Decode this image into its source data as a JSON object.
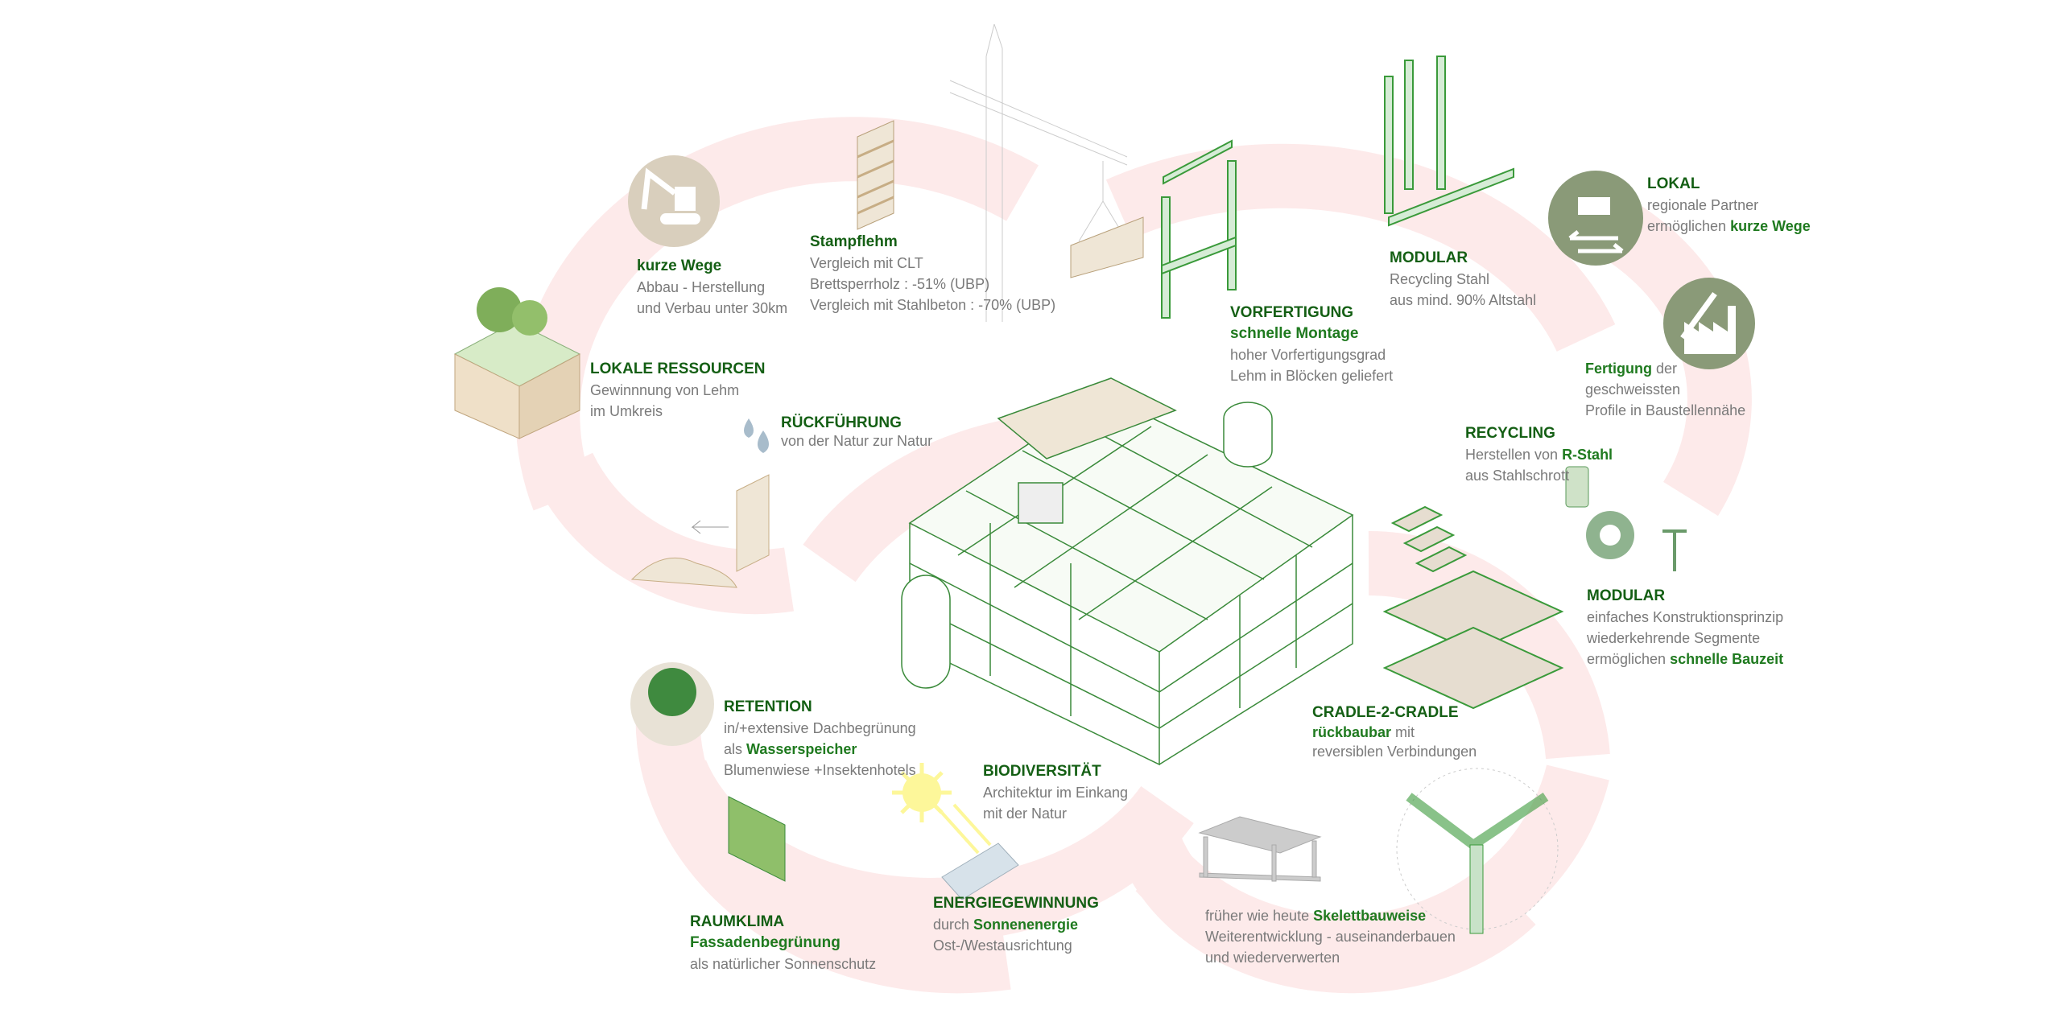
{
  "colors": {
    "title": "#145f14",
    "highlight": "#1f7a1f",
    "text": "#7a7a7a",
    "arc": "#fdeaea",
    "icon_beige": "#d9cfbd",
    "icon_green": "#8a9a78"
  },
  "icons": [
    "excavator-icon",
    "truck-transport-icon",
    "factory-wrench-icon",
    "water-drops-icon",
    "gear-icon",
    "screw-icon",
    "steel-can-icon",
    "sun-icon"
  ],
  "blocks": [
    {
      "id": "b-kurze",
      "name": "kurze-wege",
      "title": "kurze Wege",
      "lines": [
        [
          {
            "t": "Abbau - Herstellung"
          }
        ],
        [
          {
            "t": "und Verbau unter 30km"
          }
        ]
      ]
    },
    {
      "id": "b-stampf",
      "name": "stampflehm",
      "title": "Stampflehm",
      "lines": [
        [
          {
            "t": "Vergleich mit CLT"
          }
        ],
        [
          {
            "t": "Brettsperrholz : -51% (UBP)"
          }
        ],
        [
          {
            "t": "Vergleich mit Stahlbeton : -70% (UBP)"
          }
        ]
      ]
    },
    {
      "id": "b-lokres",
      "name": "lokale-ressourcen",
      "title": "LOKALE RESSOURCEN",
      "lines": [
        [
          {
            "t": "Gewinnnung von Lehm"
          }
        ],
        [
          {
            "t": "im Umkreis"
          }
        ]
      ]
    },
    {
      "id": "b-rueck",
      "name": "rueckfuehrung",
      "title": "RÜCKFÜHRUNG",
      "lines": [
        [
          {
            "t": "von der Natur zur Natur"
          }
        ]
      ]
    },
    {
      "id": "b-vorf",
      "name": "vorfertigung",
      "title": "VORFERTIGUNG",
      "subtitle": "schnelle Montage",
      "lines": [
        [
          {
            "t": "hoher Vorfertigungsgrad"
          }
        ],
        [
          {
            "t": "Lehm in Blöcken geliefert"
          }
        ]
      ]
    },
    {
      "id": "b-mod1",
      "name": "modular-stahl",
      "title": "MODULAR",
      "lines": [
        [
          {
            "t": "Recycling Stahl"
          }
        ],
        [
          {
            "t": "aus mind. 90% Altstahl"
          }
        ]
      ]
    },
    {
      "id": "b-lokal",
      "name": "lokal",
      "title": "LOKAL",
      "lines": [
        [
          {
            "t": "regionale Partner"
          }
        ],
        [
          {
            "t": "ermöglichen "
          },
          {
            "t": "kurze Wege",
            "hl": true
          }
        ]
      ]
    },
    {
      "id": "b-fert",
      "name": "fertigung",
      "lines": [
        [
          {
            "t": "Fertigung",
            "hl": true
          },
          {
            "t": " der"
          }
        ],
        [
          {
            "t": "geschweissten"
          }
        ],
        [
          {
            "t": "Profile in Baustellennähe"
          }
        ]
      ]
    },
    {
      "id": "b-recy",
      "name": "recycling",
      "title": "RECYCLING",
      "lines": [
        [
          {
            "t": "Herstellen von "
          },
          {
            "t": "R-Stahl",
            "hl": true
          }
        ],
        [
          {
            "t": "aus Stahlschrott"
          }
        ]
      ]
    },
    {
      "id": "b-mod2",
      "name": "modular-konstruktion",
      "title": "MODULAR",
      "lines": [
        [
          {
            "t": "einfaches Konstruktionsprinzip"
          }
        ],
        [
          {
            "t": "wiederkehrende Segmente"
          }
        ],
        [
          {
            "t": "ermöglichen "
          },
          {
            "t": "schnelle Bauzeit",
            "hl": true
          }
        ]
      ]
    },
    {
      "id": "b-cradle",
      "name": "cradle-2-cradle",
      "title": "CRADLE-2-CRADLE",
      "lines": [
        [
          {
            "t": "rückbaubar",
            "hl": true
          },
          {
            "t": " mit"
          }
        ],
        [
          {
            "t": "reversiblen Verbindungen"
          }
        ]
      ]
    },
    {
      "id": "b-ret",
      "name": "retention",
      "title": "RETENTION",
      "lines": [
        [
          {
            "t": "in/+extensive Dachbegrünung"
          }
        ],
        [
          {
            "t": "als "
          },
          {
            "t": "Wasserspeicher",
            "hl": true
          }
        ],
        [
          {
            "t": "Blumenwiese +Insektenhotels"
          }
        ]
      ]
    },
    {
      "id": "b-bio",
      "name": "biodiversitaet",
      "title": "BIODIVERSITÄT",
      "lines": [
        [
          {
            "t": "Architektur im Einkang"
          }
        ],
        [
          {
            "t": "mit der Natur"
          }
        ]
      ]
    },
    {
      "id": "b-energ",
      "name": "energiegewinnung",
      "title": "ENERGIEGEWINNUNG",
      "lines": [
        [
          {
            "t": "durch "
          },
          {
            "t": "Sonnenenergie",
            "hl": true
          }
        ],
        [
          {
            "t": "Ost-/Westausrichtung"
          }
        ]
      ]
    },
    {
      "id": "b-raum",
      "name": "raumklima",
      "title": "RAUMKLIMA",
      "subtitle": "Fassadenbegrünung",
      "lines": [
        [
          {
            "t": "als natürlicher Sonnenschutz"
          }
        ]
      ]
    },
    {
      "id": "b-skel",
      "name": "skelettbauweise",
      "lines": [
        [
          {
            "t": "früher wie heute "
          },
          {
            "t": "Skelettbauweise",
            "hl": true
          }
        ],
        [
          {
            "t": "Weiterentwicklung  - auseinanderbauen"
          }
        ],
        [
          {
            "t": "und wiederverwerten"
          }
        ]
      ]
    }
  ]
}
